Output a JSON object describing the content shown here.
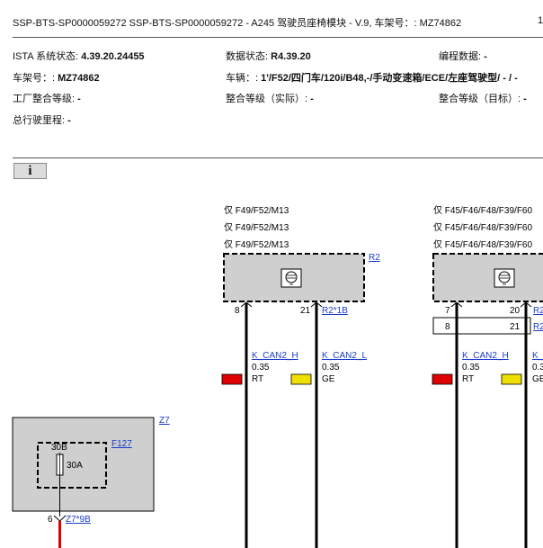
{
  "header": {
    "title": "SSP-BTS-SP0000059272 SSP-BTS-SP0000059272 - A245 驾驶员座椅模块 - V.9, 车架号：: MZ74862",
    "page": "1"
  },
  "info": {
    "ista_label": "ISTA 系统状态: ",
    "ista_value": "4.39.20.24455",
    "data_label": "数据状态: ",
    "data_value": "R4.39.20",
    "prog_label": "编程数据: ",
    "prog_value": "-",
    "vin_label": "车架号：: ",
    "vin_value": "MZ74862",
    "vehicle_label": "车辆：: ",
    "vehicle_value": "1'/F52/四门车/120i/B48,-/手动变速箱/ECE/左座驾驶型/ - / -",
    "factory_label": "工厂整合等级: ",
    "factory_value": "-",
    "actual_label": "整合等级（实际）: ",
    "actual_value": "-",
    "target_label": "整合等级（目标）: ",
    "target_value": "-",
    "mileage_label": "总行驶里程: ",
    "mileage_value": "-"
  },
  "info_button": {
    "label": "i",
    "icon": "info-icon"
  },
  "diagram": {
    "left_variant": [
      "仅 F49/F52/M13",
      "仅 F49/F52/M13",
      "仅 F49/F52/M13"
    ],
    "right_variant": [
      "仅 F45/F46/F48/F39/F60",
      "仅 F45/F46/F48/F39/F60",
      "仅 F45/F46/F48/F39/F60"
    ],
    "r2_label": "R2",
    "r2_left_pins": {
      "pin_a": "8",
      "pin_b": "21",
      "connector": "R2*1B"
    },
    "r2_right_pins": {
      "pin_a": "7",
      "pin_b": "20",
      "connector": "R2",
      "row_a": "8",
      "row_b": "21",
      "row_connector": "R2"
    },
    "wires_left": [
      {
        "name": "K_CAN2_H",
        "size": "0.35",
        "color_code": "RT",
        "color": "#e00000"
      },
      {
        "name": "K_CAN2_L",
        "size": "0.35",
        "color_code": "GE",
        "color": "#f0e000"
      }
    ],
    "wires_right": [
      {
        "name": "K_CAN2_H",
        "size": "0.35",
        "color_code": "RT",
        "color": "#e00000"
      },
      {
        "name": "K_",
        "size": "0.3",
        "color_code": "GE",
        "color": "#f0e000"
      }
    ],
    "z7_label": "Z7",
    "fuse_label": "F127",
    "fuse_terminal": "30B",
    "fuse_rating": "30A",
    "z7_pin": "6",
    "z7_connector": "Z7*9B",
    "module_icon": "module-symbol-icon",
    "colors": {
      "box_fill": "#cfcfcf",
      "link": "#1a3cc8",
      "wire": "#000000",
      "power_wire": "#e00000"
    }
  }
}
